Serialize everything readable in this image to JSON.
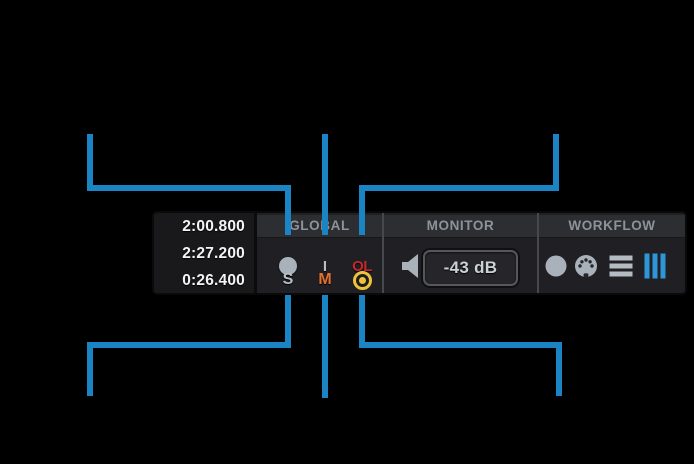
{
  "page": {
    "background": "#000000"
  },
  "callouts": {
    "color": "#1a84c5"
  },
  "transport": {
    "times": [
      "2:00.800",
      "2:27.200",
      "0:26.400"
    ],
    "global": {
      "label": "GLOBAL",
      "input": "I",
      "overload": "OL",
      "solo": "S",
      "mute": "M"
    },
    "monitor": {
      "label": "MONITOR",
      "level": "-43 dB"
    },
    "workflow": {
      "label": "WORKFLOW"
    },
    "icons": [
      "record-circle-icon",
      "record-target-icon",
      "speaker-icon",
      "circle-icon",
      "midi-din-icon",
      "menu-lines-icon",
      "vertical-bars-icon"
    ],
    "colors": {
      "accent_blue": "#1a84c5",
      "overload_red": "#c2282e",
      "mute_orange": "#e0702e",
      "target_yellow": "#eec23c",
      "icon_gray": "#a9b2ba",
      "bars_blue": "#2e96d8"
    }
  }
}
